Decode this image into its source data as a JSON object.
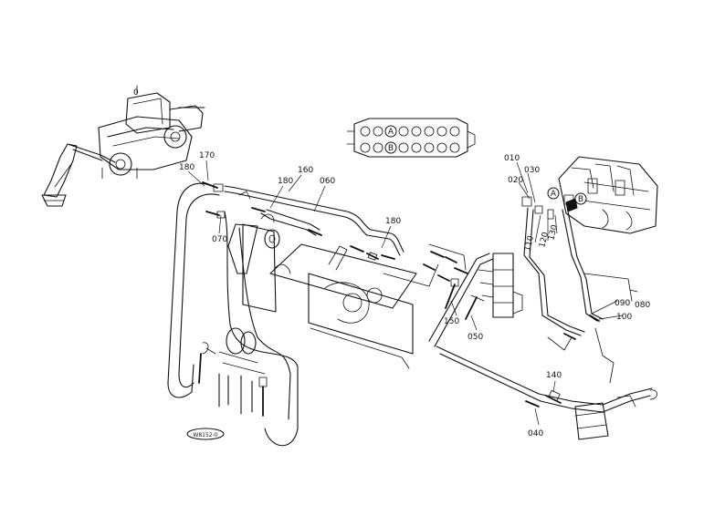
{
  "diagram": {
    "part_labels": [
      "170",
      "180",
      "180",
      "160",
      "060",
      "180",
      "070",
      "010",
      "030",
      "020",
      "110",
      "120",
      "130",
      "090",
      "080",
      "100",
      "150",
      "050",
      "140",
      "040"
    ],
    "circle_labels": [
      "A",
      "B",
      "A",
      "B"
    ],
    "ref_code": "W8152-0"
  }
}
